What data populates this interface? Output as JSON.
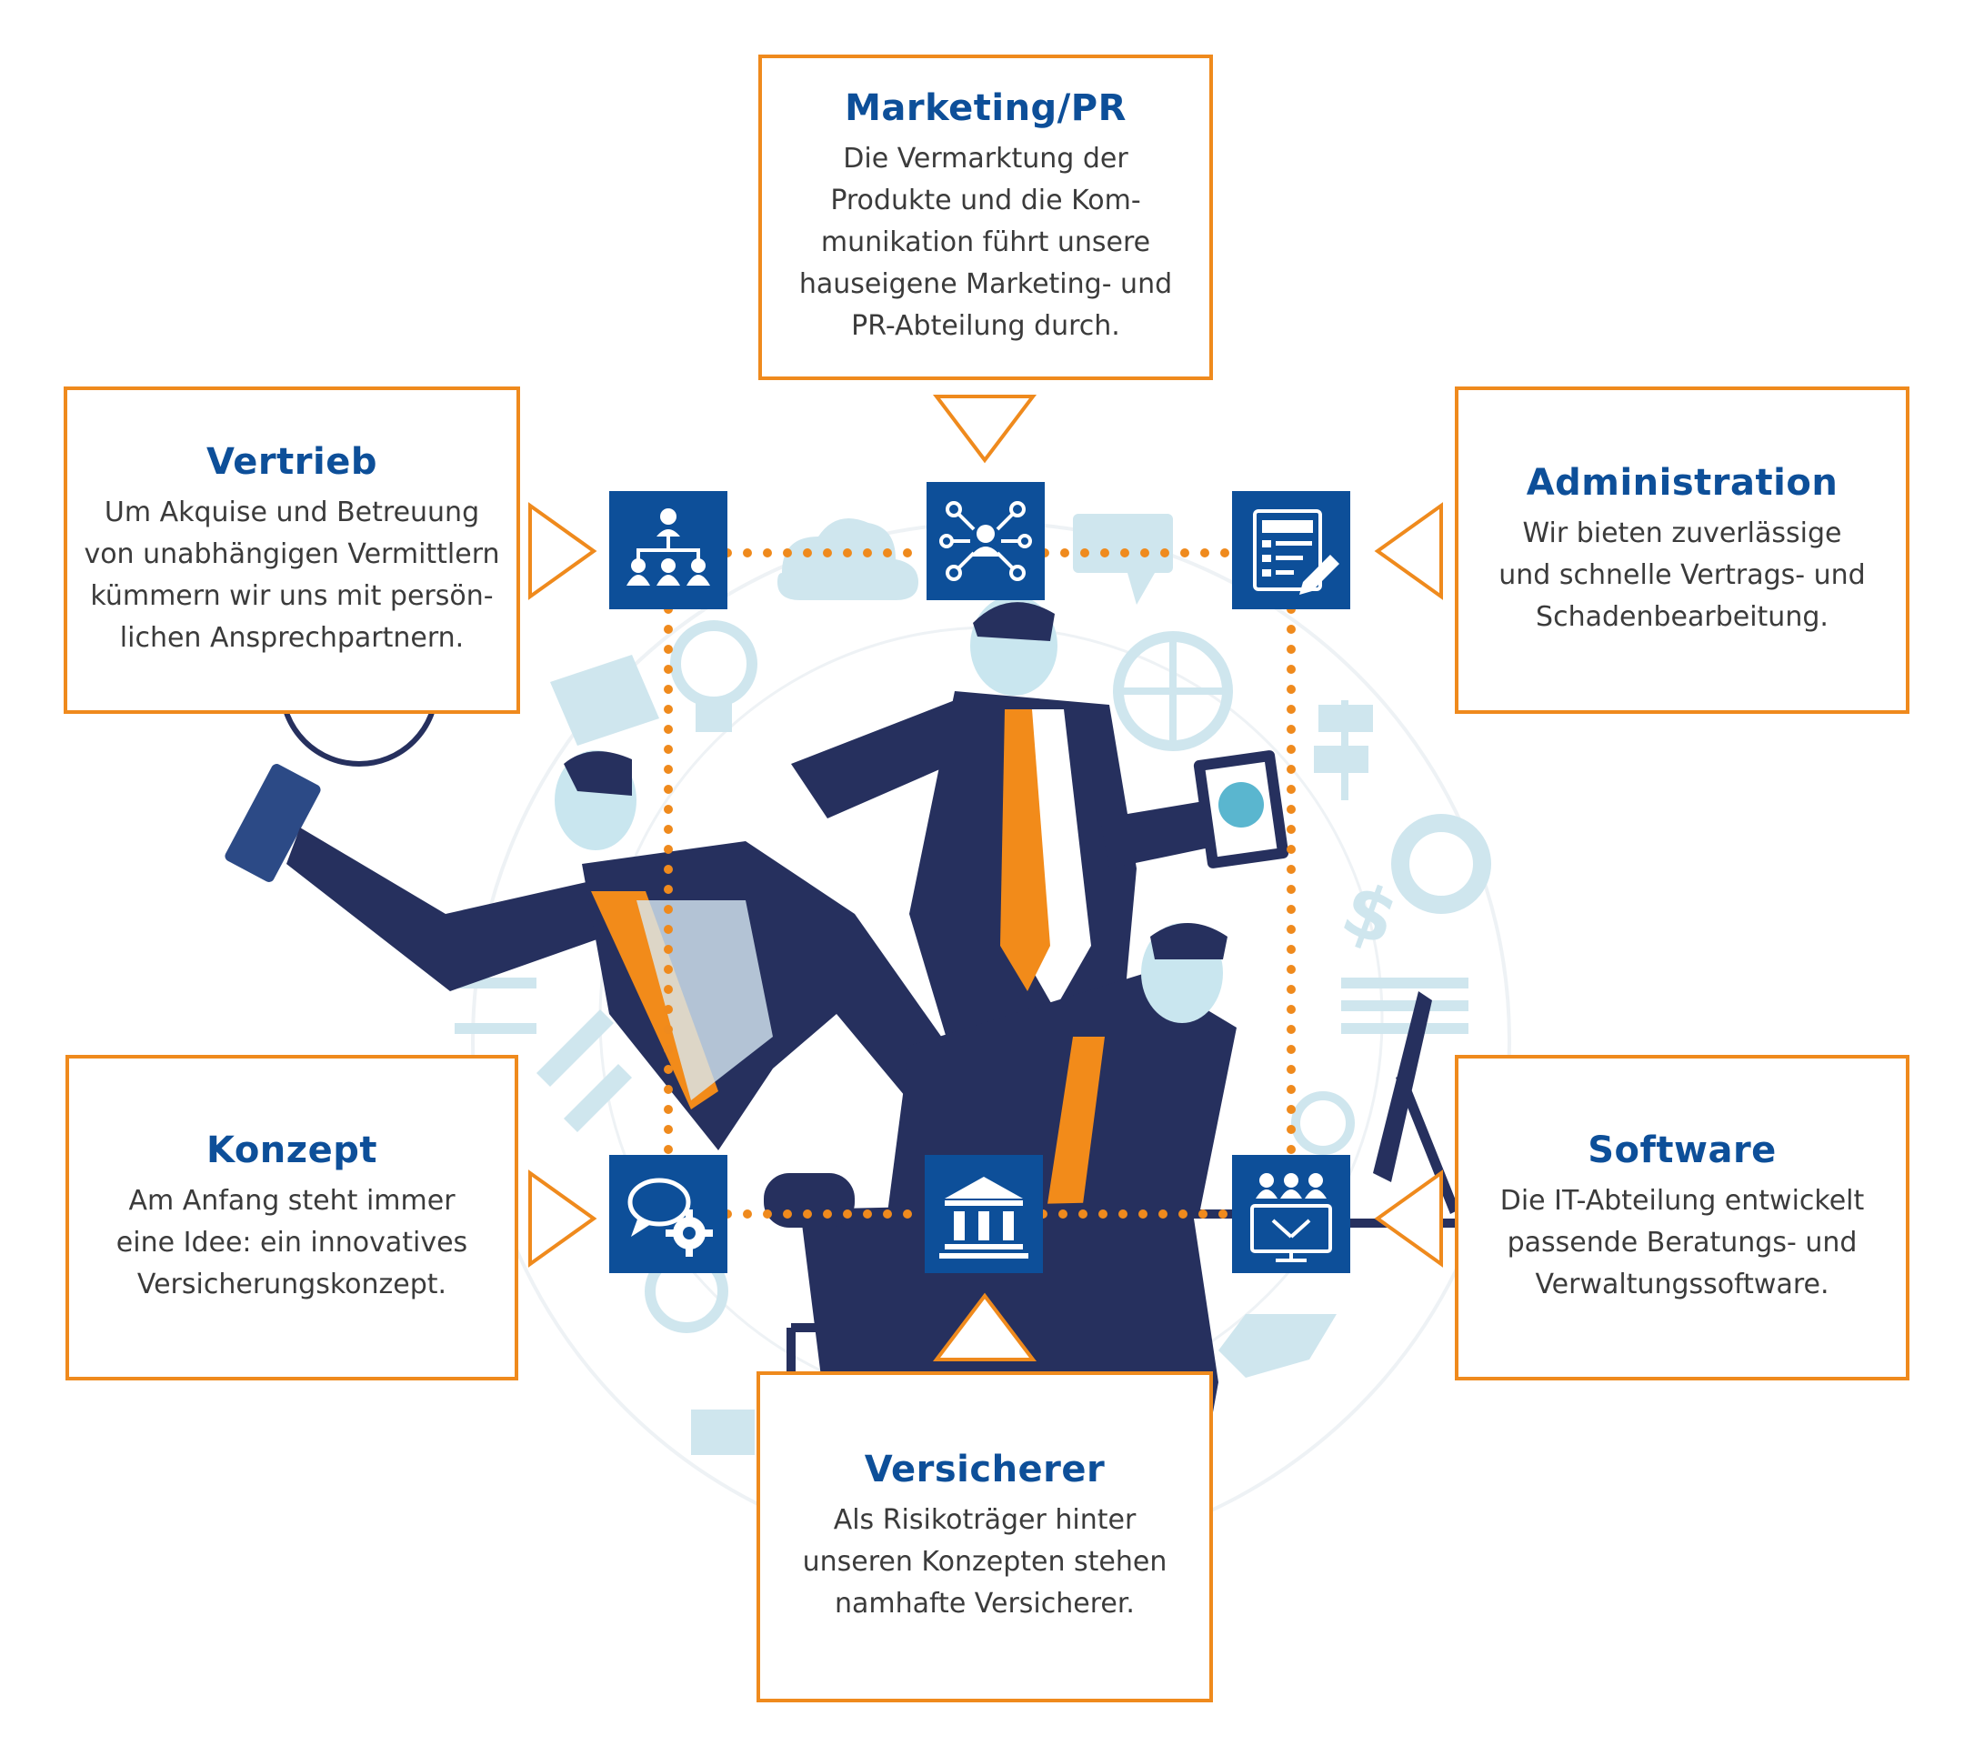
{
  "colors": {
    "accent_orange": "#ef8a1d",
    "brand_blue": "#0d4f99",
    "navy_suit": "#26305e",
    "light_icon": "#c9e3ec",
    "text_gray": "#3b3b3b"
  },
  "boxes": {
    "marketing": {
      "title": "Marketing/PR",
      "text": "Die Vermarktung der\nProdukte und die Kom-\nmunikation führt unsere\nhauseigene Marketing- und\nPR-Abteilung durch."
    },
    "vertrieb": {
      "title": "Vertrieb",
      "text": "Um Akquise und Betreuung\nvon unabhängigen Vermittlern\nkümmern wir uns mit persön-\nlichen Ansprechpartnern."
    },
    "administration": {
      "title": "Administration",
      "text": "Wir bieten zuverlässige\nund schnelle Vertrags- und\nSchadenbearbeitung."
    },
    "konzept": {
      "title": "Konzept",
      "text": "Am Anfang steht immer\neine Idee: ein innovatives\nVersicherungskonzept."
    },
    "software": {
      "title": "Software",
      "text": "Die IT-Abteilung entwickelt\npassende Beratungs- und\nVerwaltungssoftware."
    },
    "versicherer": {
      "title": "Versicherer",
      "text": "Als Risikoträger hinter\nunseren Konzepten stehen\nnamhafte Versicherer."
    }
  },
  "icons": {
    "vertrieb": "org-chart-icon",
    "marketing": "network-people-icon",
    "administration": "document-edit-icon",
    "konzept": "chat-gear-icon",
    "versicherer": "bank-building-icon",
    "software": "team-monitor-icon"
  }
}
